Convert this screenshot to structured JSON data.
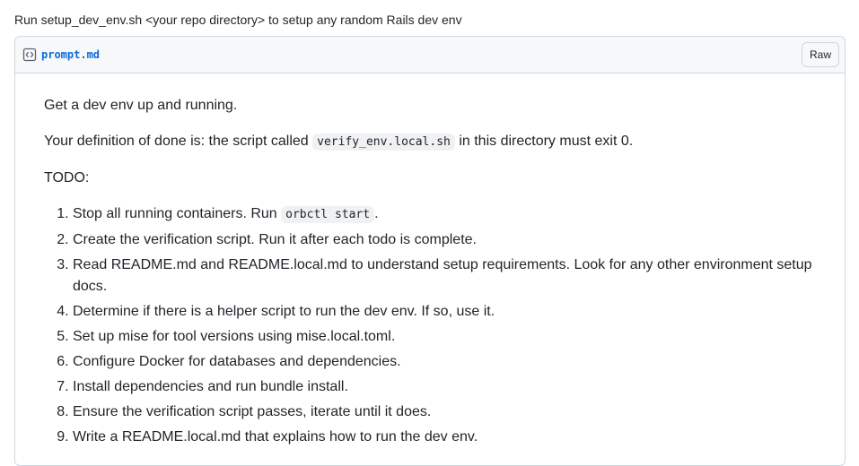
{
  "description": "Run setup_dev_env.sh <your repo directory> to setup any random Rails dev env",
  "file": {
    "icon": "code-square-icon",
    "name": "prompt.md",
    "raw_label": "Raw"
  },
  "body": {
    "intro": "Get a dev env up and running.",
    "done_prefix": "Your definition of done is: the script called",
    "done_code": "verify_env.local.sh",
    "done_suffix": "in this directory must exit 0.",
    "todo_heading": "TODO:",
    "todo_1_text": "Stop all running containers. Run",
    "todo_1_code": "orbctl start",
    "todo_1_end": ".",
    "todos": [
      "Create the verification script. Run it after each todo is complete.",
      "Read README.md and README.local.md to understand setup requirements. Look for any other environment setup docs.",
      "Determine if there is a helper script to run the dev env. If so, use it.",
      "Set up mise for tool versions using mise.local.toml.",
      "Configure Docker for databases and dependencies.",
      "Install dependencies and run bundle install.",
      "Ensure the verification script passes, iterate until it does.",
      "Write a README.local.md that explains how to run the dev env."
    ]
  },
  "colors": {
    "link": "#0969da",
    "border": "#d0d7de",
    "header_bg": "#f6f8fa",
    "text": "#1f2328"
  }
}
